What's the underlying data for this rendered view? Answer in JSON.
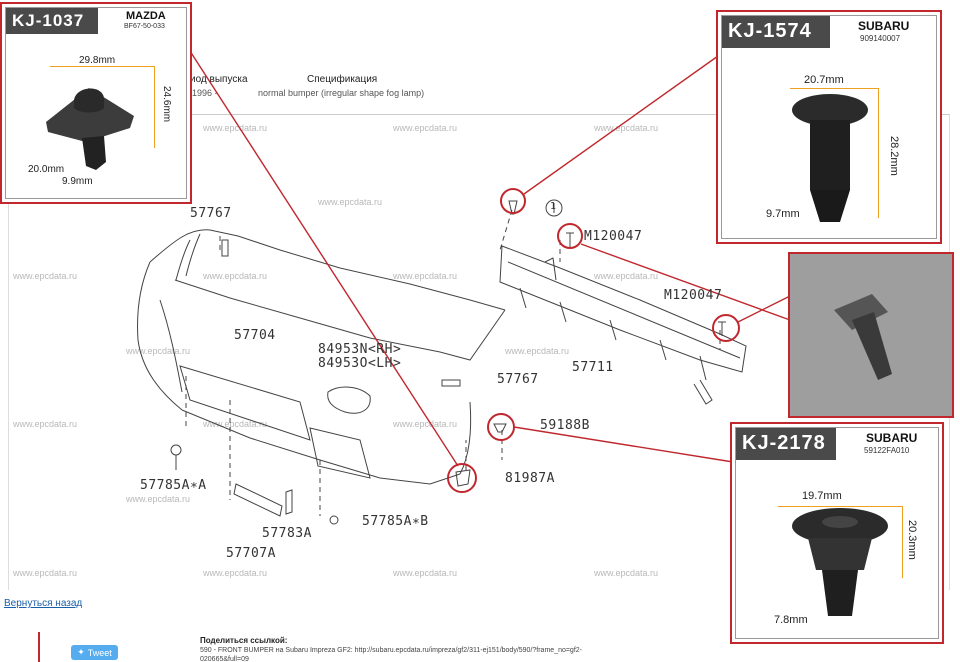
{
  "header": {
    "col1_label": "иод выпуска",
    "col2_label": "Спецификация",
    "col1_value": "1996 -",
    "col2_value": "normal bumper (irregular shape fog lamp)"
  },
  "watermark_text": "www.epcdata.ru",
  "parts": {
    "p57767a": "57767",
    "p57704": "57704",
    "p84953n": "84953N<RH>",
    "p84953o": "84953O<LH>",
    "p57767b": "57767",
    "p57711": "57711",
    "pM120047a": "M120047",
    "pM120047b": "M120047",
    "p59188b": "59188B",
    "p81987a": "81987A",
    "p57785a": "57785A∗A",
    "p57783a": "57783A",
    "p57785b": "57785A∗B",
    "p57707a": "57707A",
    "ref1": "1"
  },
  "popups": {
    "kj1037": {
      "code": "KJ-1037",
      "brand": "MAZDA",
      "partno": "BF67-50-033",
      "dim_top": "29.8mm",
      "dim_right": "24.6mm",
      "dim_a": "20.0mm",
      "dim_b": "9.9mm"
    },
    "kj1574": {
      "code": "KJ-1574",
      "brand": "SUBARU",
      "partno": "909140007",
      "dim_top": "20.7mm",
      "dim_right": "28.2mm",
      "dim_b": "9.7mm"
    },
    "kj2178": {
      "code": "KJ-2178",
      "brand": "SUBARU",
      "partno": "59122FA010",
      "dim_top": "19.7mm",
      "dim_right": "20.3mm",
      "dim_b": "7.8mm"
    }
  },
  "footer": {
    "back_link": "Вернуться назад",
    "share_title": "Поделиться ссылкой:",
    "share_text": "590 - FRONT BUMPER на Subaru Impreza GF2: http://subaru.epcdata.ru/impreza/gf2/311-ej151/body/590/?frame_no=gf2-020665&full=09",
    "tweet_label": "Tweet"
  },
  "colors": {
    "accent_red": "#c0282e",
    "badge_gray": "#4a4a4a",
    "dimension": "#f0a020",
    "tweet": "#55acee",
    "link": "#1b5ea8"
  }
}
